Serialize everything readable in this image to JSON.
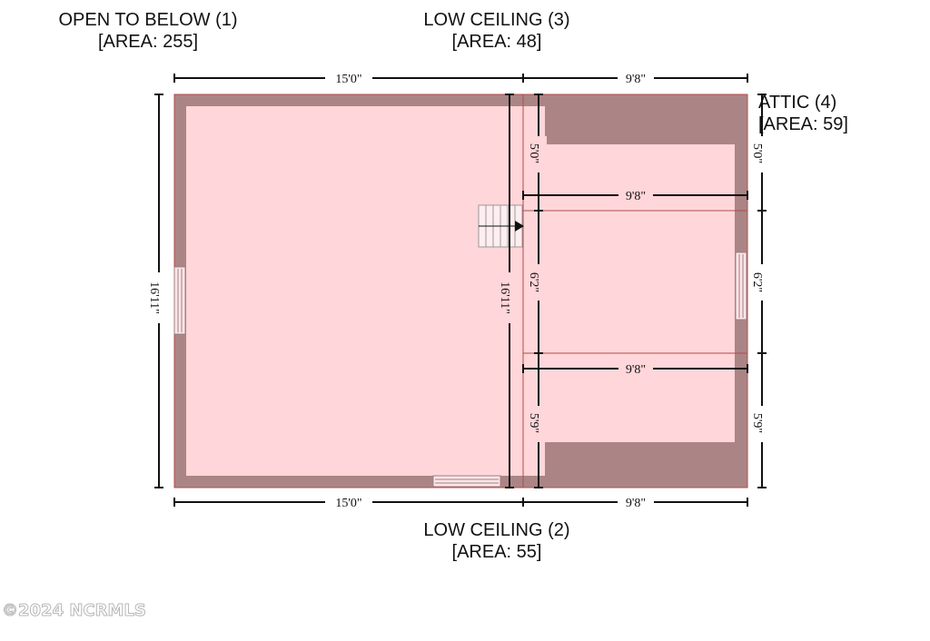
{
  "labels": {
    "open_to_below": {
      "name": "OPEN TO BELOW (1)",
      "area": "[AREA: 255]"
    },
    "low_ceiling_3": {
      "name": "LOW CEILING (3)",
      "area": "[AREA: 48]"
    },
    "low_ceiling_2": {
      "name": "LOW CEILING (2)",
      "area": "[AREA: 55]"
    },
    "attic_4": {
      "name": "ATTIC (4)",
      "area": "[AREA: 59]"
    }
  },
  "dimensions": {
    "top_left": "15'0\"",
    "top_right": "9'8\"",
    "bottom_left": "15'0\"",
    "bottom_right": "9'8\"",
    "left_height": "16'11\"",
    "mid_height": "16'11\"",
    "inner_upper_width": "9'8\"",
    "inner_lower_width": "9'8\"",
    "inner_seg_top": "5'0\"",
    "inner_seg_mid": "6'2\"",
    "inner_seg_bottom": "5'9\"",
    "right_seg_top": "5'0\"",
    "right_seg_mid": "6'2\"",
    "right_seg_bottom": "5'9\""
  },
  "watermark": "©2024 NCRMLS",
  "colors": {
    "room_fill": "#ffd6d9",
    "wall_fill": "#ab8585",
    "line": "#111111",
    "red_line": "#b34a4a"
  }
}
